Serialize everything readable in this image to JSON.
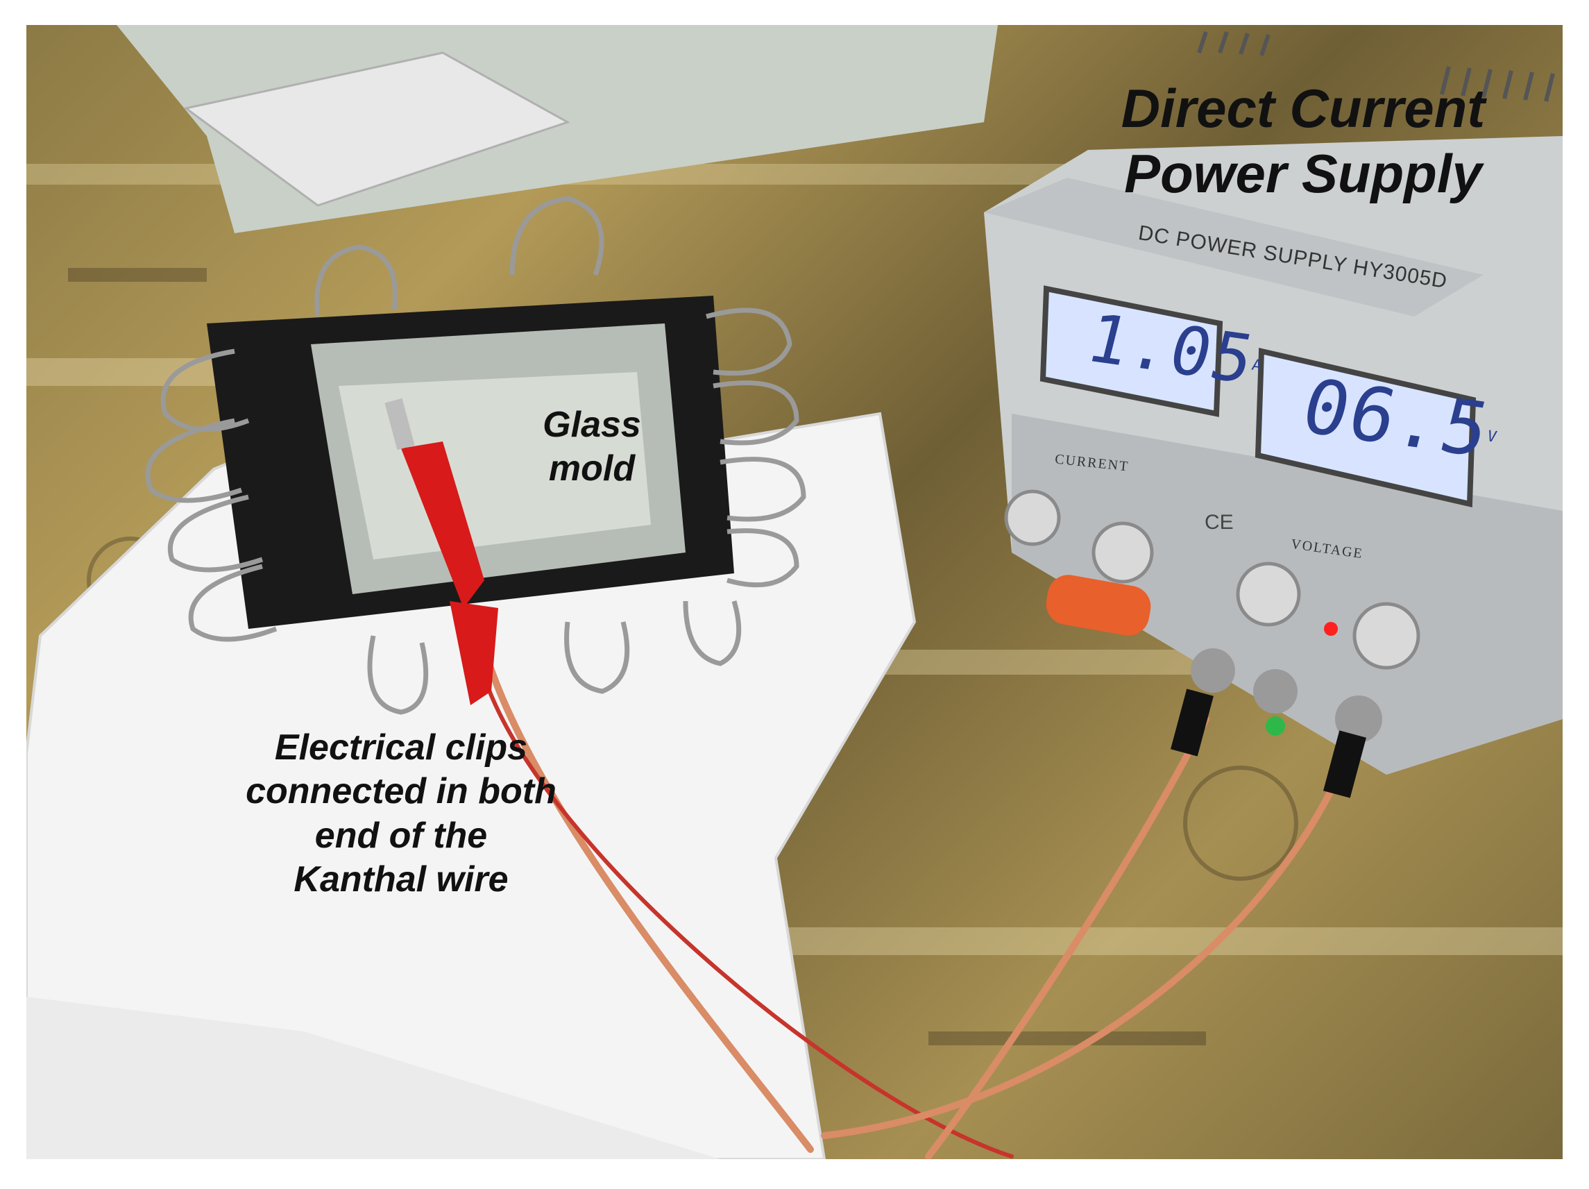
{
  "labels": {
    "power_supply": "Direct Current\nPower Supply",
    "glass_mold": "Glass\nmold",
    "electrical_clips": "Electrical clips\nconnected in both\nend of the\nKanthal wire"
  },
  "device": {
    "panel_text": "DC POWER SUPPLY  HY3005D",
    "current_display": "1.05",
    "current_unit": "A",
    "voltage_display": "06.5",
    "voltage_unit": "V",
    "current_knob_label": "CURRENT",
    "voltage_knob_label": "VOLTAGE",
    "ce_mark": "CE"
  },
  "colors": {
    "label_text": "#111111",
    "lcd_text": "#2b3f8f",
    "lcd_background": "#d8e4ff",
    "power_button": "#e8602c",
    "clip_red": "#d81a1a",
    "copper_wire": "#d98c66"
  }
}
